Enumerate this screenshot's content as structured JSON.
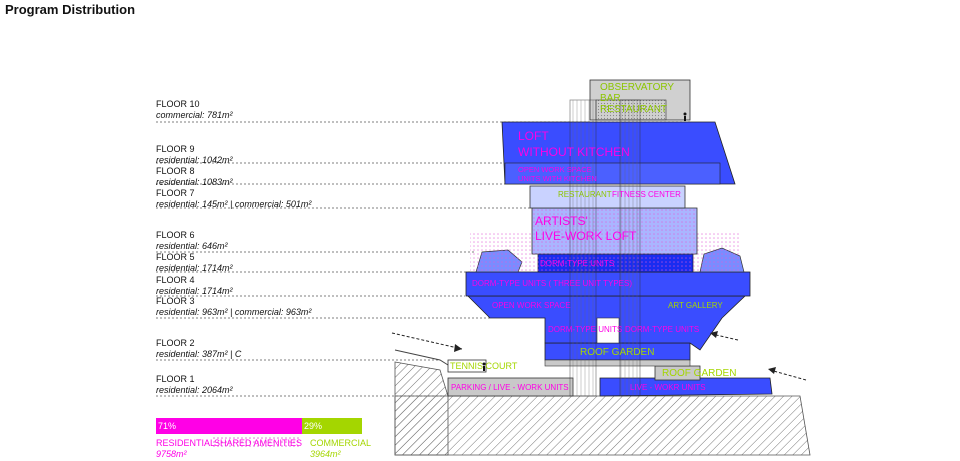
{
  "title": "Program Distribution",
  "floors": [
    {
      "name": "FLOOR 10",
      "program": "commercial: 781m²"
    },
    {
      "name": "FLOOR 9",
      "program": "residential: 1042m²"
    },
    {
      "name": "FLOOR 8",
      "program": "residential: 1083m²"
    },
    {
      "name": "FLOOR 7",
      "program": "residential: 145m² | commercial: 501m²"
    },
    {
      "name": "FLOOR 6",
      "program": "residential: 646m²"
    },
    {
      "name": "FLOOR 5",
      "program": "residential: 1714m²"
    },
    {
      "name": "FLOOR 4",
      "program": "residential: 1714m²"
    },
    {
      "name": "FLOOR 3",
      "program": "residential: 963m² | commercial: 963m²"
    },
    {
      "name": "FLOOR 2",
      "program": "residential: 387m² | C"
    },
    {
      "name": "FLOOR 1",
      "program": "residential: 2064m²"
    }
  ],
  "labels": {
    "observatory": "OBSERVATORY",
    "bar": "BAR",
    "restaurant_top": "RESTAURANT",
    "loft1": "LOFT",
    "loft2": "WITHOUT KITCHEN",
    "open_work_1": "OPEN WORK SPACE",
    "open_work_2": "UNITS WITH KITCHEN",
    "restaurant_7": "RESTAURANT",
    "fitness": "FITNESS CENTER",
    "artists1": "ARTISTS'",
    "artists2": "LIVE-WORK LOFT",
    "dorm5": "DORM-TYPE UNITS",
    "dorm4": "DORM-TYPE UNITS ( THREE UNIT TYPES)",
    "open_work_3": "OPEN WORK SPACE",
    "art_gallery": "ART GALLERY",
    "dorm2a": "DORM-TYPE UNITS",
    "dorm2b": "DORM-TYPE UNITS",
    "roof_garden_2": "ROOF GARDEN",
    "tennis": "TENNIS COURT",
    "roof_garden_1": "ROOF GARDEN",
    "parking": "PARKING / LIVE - WORK UNITS",
    "live_work": "LIVE - WOKR UNITS"
  },
  "legend": {
    "residential_pct_value": 71,
    "residential_pct": "71%",
    "commercial_pct": "29%",
    "residential_label": "RESIDENTIAL",
    "shared_label": "SHARED AMENITIES",
    "commercial_label": "COMMERCIAL",
    "residential_area": "9758m²",
    "commercial_area": "3964m²"
  },
  "colors": {
    "residential": "#ff00e6",
    "commercial": "#a4d600",
    "blue": "#3a4dff",
    "blue_light": "#7a8cff",
    "grey": "#c9c9c9"
  }
}
